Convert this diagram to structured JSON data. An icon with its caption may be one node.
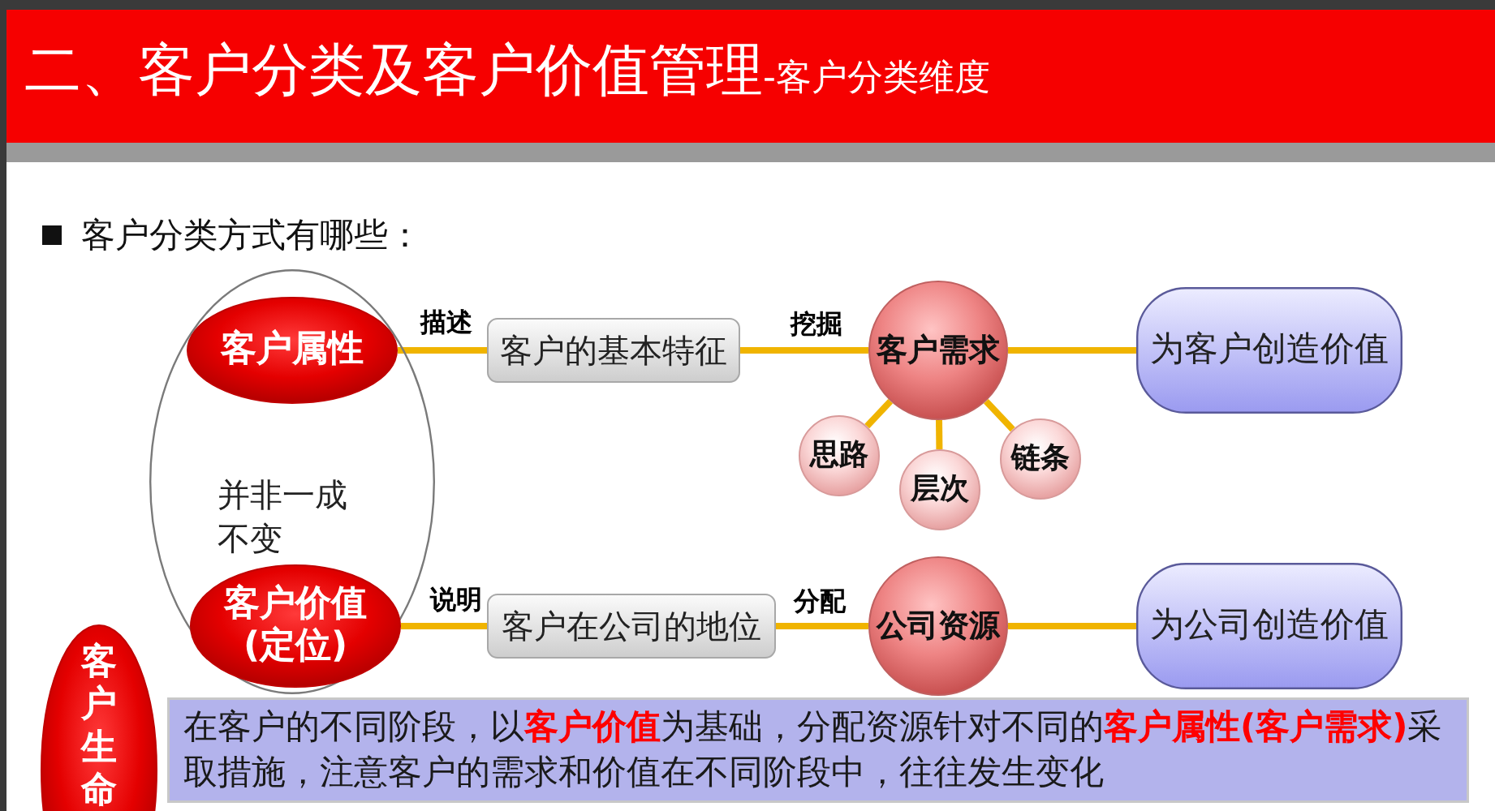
{
  "diagram": {
    "title": "二、客户分类及客户价值管理",
    "nodes": [
      {
        "text": [
          "并非一成不变"
        ]
      },
      {
        "text": [
          "客户属性"
        ],
        "in": 0
      },
      {
        "text": [
          "客户的基本特征"
        ]
      },
      {
        "text": [
          "客户需求"
        ]
      },
      {
        "text": [
          "为客户创造价值"
        ]
      },
      {
        "text": [
          "思路"
        ]
      },
      {
        "text": [
          "层次"
        ]
      },
      {
        "text": [
          "链条"
        ]
      },
      {
        "text": [
          "客户价值(定位)"
        ],
        "in": 0
      },
      {
        "text": [
          "客户在公司的地位"
        ]
      },
      {
        "text": [
          "公司资源"
        ]
      },
      {
        "text": [
          "为公司创造价值"
        ]
      },
      {
        "text": [
          "客户生命"
        ]
      },
      {
        "text": [
          "在客户的不同阶段，以**客户价值**为基础，分配资源针对不同的**客户属性(客户需求)**采取措施，注意客户的需求和价值在不同阶段中，往往发生变化"
        ]
      }
    ],
    "edges": [
      {
        "from": 1,
        "to": 2,
        "arrow": "none",
        "label": "描述"
      },
      {
        "from": 2,
        "to": 3,
        "arrow": "none",
        "label": "挖掘"
      },
      {
        "from": 3,
        "to": 4,
        "arrow": "none"
      },
      {
        "from": 3,
        "to": 5,
        "arrow": "none"
      },
      {
        "from": 3,
        "to": 6,
        "arrow": "none"
      },
      {
        "from": 3,
        "to": 7,
        "arrow": "none"
      },
      {
        "from": 8,
        "to": 9,
        "arrow": "none",
        "label": "说明"
      },
      {
        "from": 9,
        "to": 10,
        "arrow": "none",
        "label": "分配"
      },
      {
        "from": 10,
        "to": 11,
        "arrow": "none"
      }
    ],
    "labels": [
      "-客户分类维度",
      "客户分类方式有哪些："
    ]
  }
}
